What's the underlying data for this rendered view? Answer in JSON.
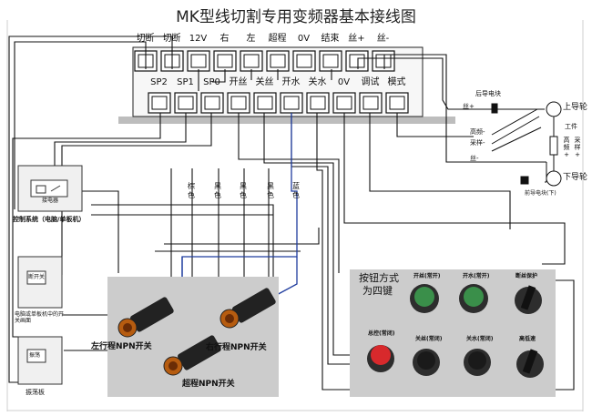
{
  "title": "MK型线切割专用变频器基本接线图",
  "top_terminals": [
    "切断",
    "切断",
    "12V",
    "右",
    "左",
    "超程",
    "0V",
    "结束",
    "丝+",
    "丝-"
  ],
  "bottom_terminals": [
    "SP2",
    "SP1",
    "SP0",
    "开丝",
    "关丝",
    "开水",
    "关水",
    "0V",
    "调试",
    "模式"
  ],
  "wire_colors": {
    "brown": "棕色",
    "black1": "黑色",
    "black2": "黑色",
    "black3": "黑色",
    "blue": "蓝色"
  },
  "left_devices": {
    "relay_label": "接电器",
    "control_system": "控制系统（电脑/单板机）",
    "switch_label": "断开关",
    "pc_switch_caption": "电脑或单板机中的开关画面",
    "shaker_label": "振荡",
    "shaker_board": "振荡板"
  },
  "sensors": {
    "left": "左行程NPN开关",
    "right": "右行程NPN开关",
    "overtravel": "超程NPN开关"
  },
  "buttons": {
    "panel_title_1": "按钮方式",
    "panel_title_2": "为四键",
    "open_wire": "开丝(常开)",
    "open_water": "开水(常开)",
    "break_protect": "断丝保护",
    "master": "总控(常闭)",
    "close_wire": "关丝(常闭)",
    "close_water": "关水(常闭)",
    "high_low": "高低速"
  },
  "right_diagram": {
    "rear_block": "后导电块",
    "upper_wheel": "上导轮",
    "lower_wheel": "下导轮",
    "front_block": "前导电块(下)",
    "workpiece": "工件",
    "wire_plus": "丝+",
    "wire_minus": "丝-",
    "high_freq": "高频-",
    "sample": "采样-",
    "hf_plus": "高频+",
    "sample_plus": "采样+"
  }
}
